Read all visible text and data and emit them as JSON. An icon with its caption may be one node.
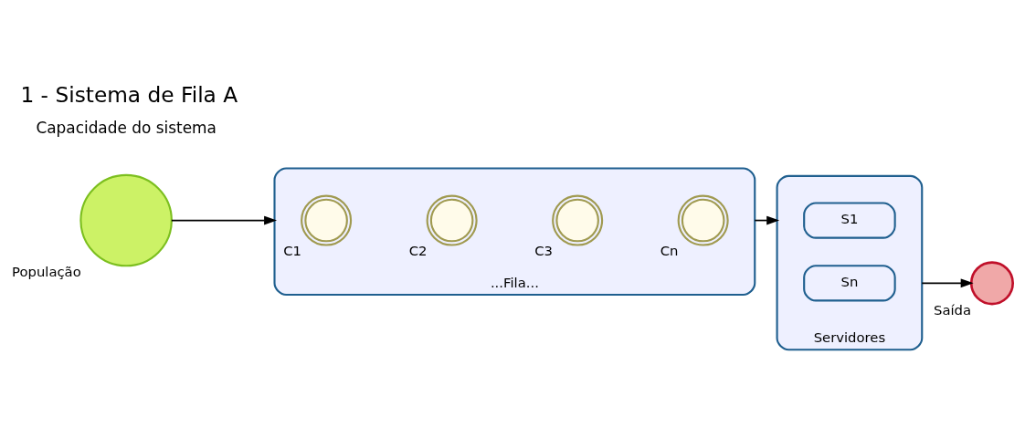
{
  "diagram": {
    "title": "1 - Sistema de Fila A",
    "nodes": [
      {
        "text": [],
        "shape": "circle",
        "beside": [
          "População"
        ]
      },
      {
        "text": [
          "...Fila..."
        ]
      },
      {
        "text": [],
        "shape": "circle",
        "in": 1,
        "beside": [
          "C1"
        ]
      },
      {
        "text": [],
        "shape": "circle",
        "in": 1,
        "beside": [
          "C2"
        ]
      },
      {
        "text": [],
        "shape": "circle",
        "in": 1,
        "beside": [
          "C3"
        ]
      },
      {
        "text": [],
        "shape": "circle",
        "in": 1,
        "beside": [
          "Cn"
        ]
      },
      {
        "text": [
          "Servidores"
        ]
      },
      {
        "text": [
          "S1"
        ],
        "in": 6
      },
      {
        "text": [
          "Sn"
        ],
        "in": 6
      },
      {
        "text": [],
        "shape": "circle",
        "beside": [
          "Saída"
        ]
      }
    ],
    "edges": [
      {
        "from": 0,
        "to": 1,
        "arrow": "to"
      },
      {
        "from": 1,
        "to": 6,
        "arrow": "to"
      },
      {
        "from": 6,
        "to": 9,
        "arrow": "to"
      }
    ],
    "labels": [
      "Capacidade do sistema"
    ]
  }
}
